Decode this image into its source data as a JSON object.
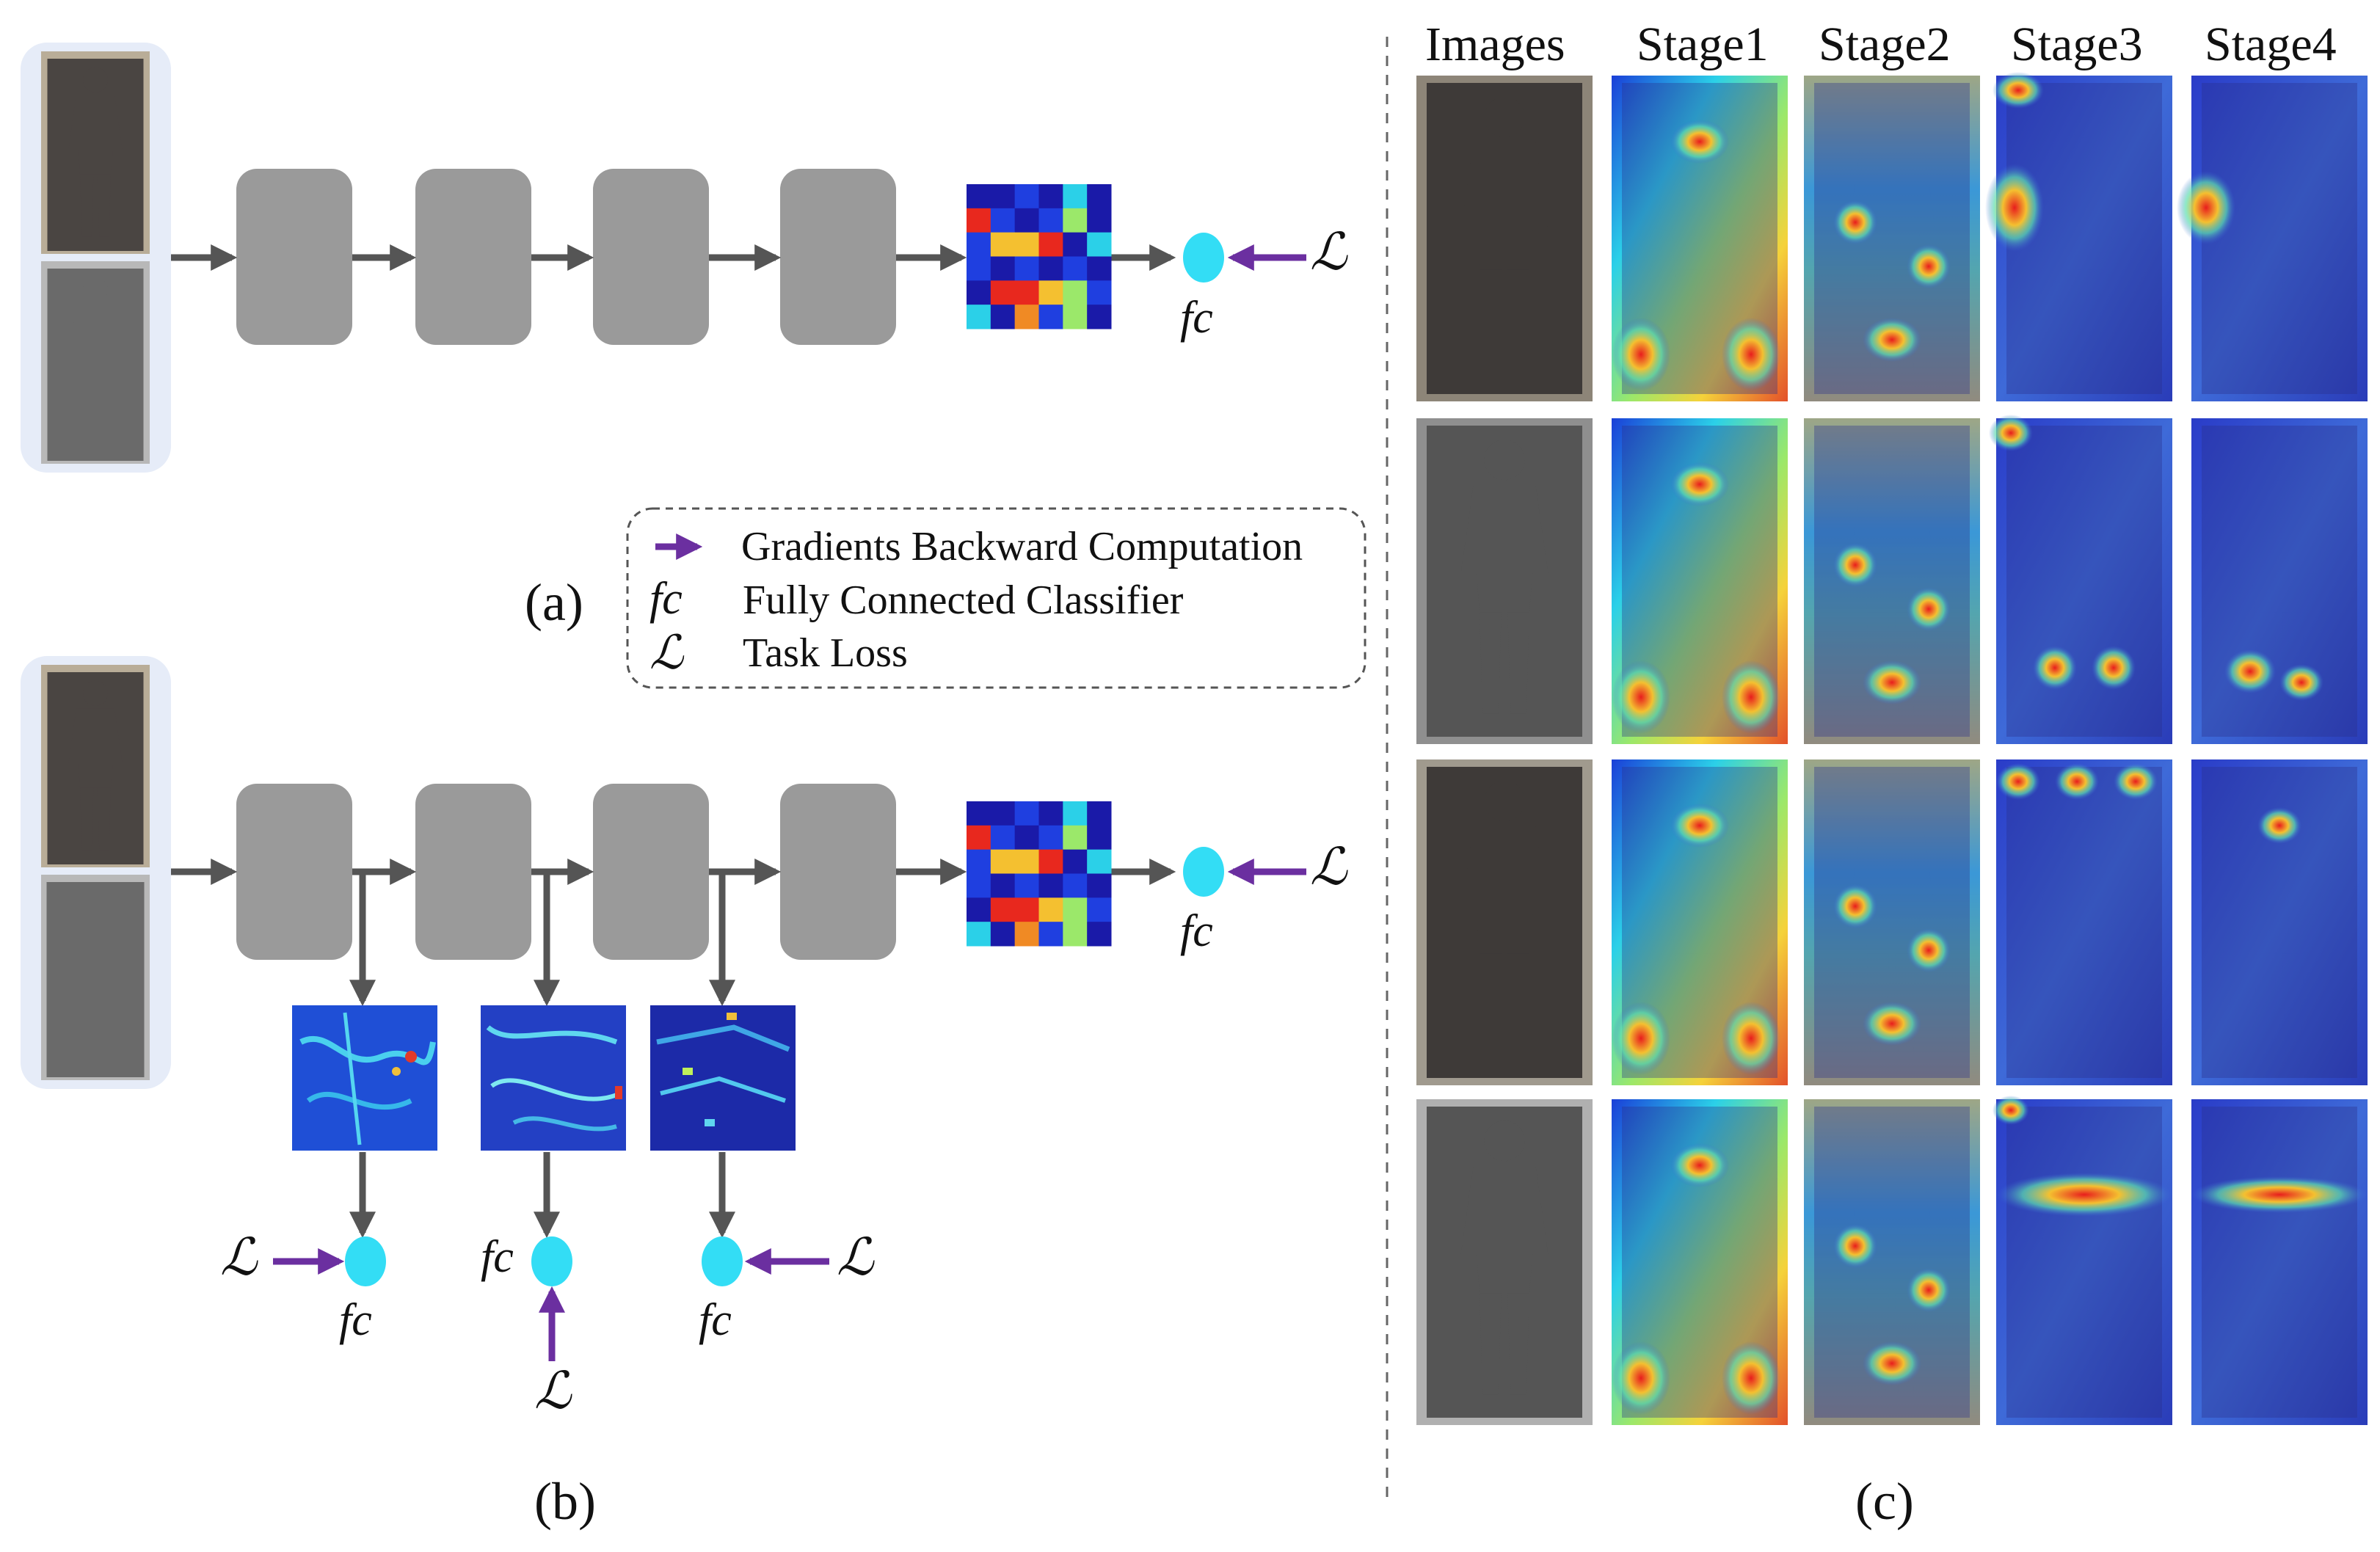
{
  "legend": {
    "items": [
      {
        "symbol": "",
        "text": "Gradients Backward Computation"
      },
      {
        "symbol": "fc",
        "text": "Fully Connected Classifier"
      },
      {
        "symbol": "ℒ",
        "text": "Task Loss"
      }
    ]
  },
  "symbols": {
    "fc": "fc",
    "loss": "ℒ"
  },
  "panels": {
    "a": "(a)",
    "b": "(b)",
    "c": "(c)"
  },
  "grid": {
    "columns": [
      "Images",
      "Stage1",
      "Stage2",
      "Stage3",
      "Stage4"
    ]
  },
  "colors": {
    "block": "#9a9a9a",
    "arrow": "#555555",
    "gradient_arrow": "#6b2fa0",
    "fc_node": "#33ddf5",
    "panel_bg": "#e6ecf8"
  }
}
